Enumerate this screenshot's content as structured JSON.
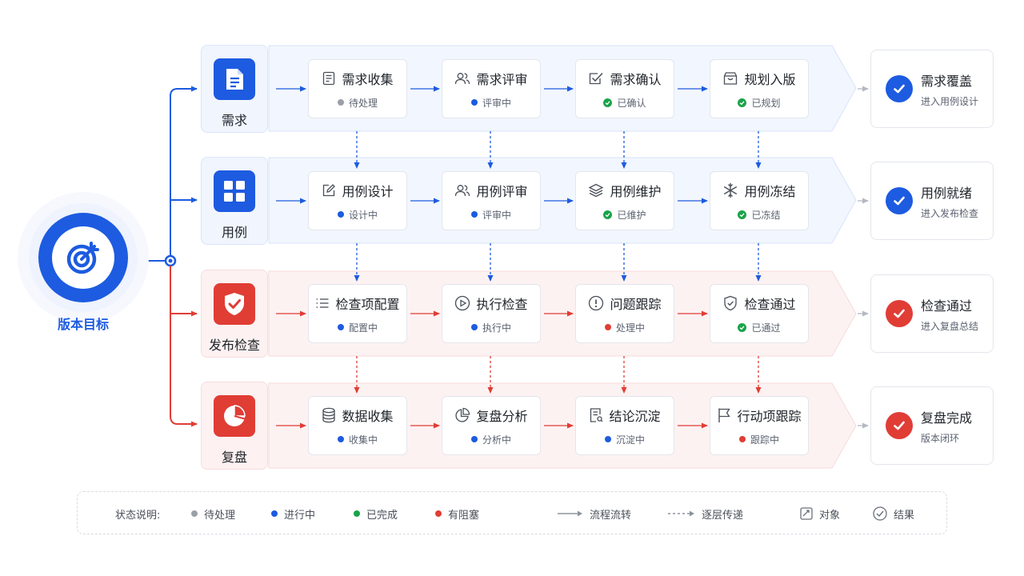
{
  "root": {
    "label": "版本目标",
    "icon": "target-icon"
  },
  "colors": {
    "blue": "#1d5be0",
    "red": "#e03d35",
    "green": "#19a34a",
    "gray": "#9aa0aa"
  },
  "lanes": [
    {
      "name": "需求",
      "icon": "document-icon",
      "color": "blue",
      "steps": [
        {
          "title": "需求收集",
          "icon": "form-icon",
          "status": "待处理",
          "state": "pending"
        },
        {
          "title": "需求评审",
          "icon": "users-icon",
          "status": "评审中",
          "state": "progress"
        },
        {
          "title": "需求确认",
          "icon": "checkbox-icon",
          "status": "已确认",
          "state": "done"
        },
        {
          "title": "规划入版",
          "icon": "box-icon",
          "status": "已规划",
          "state": "done"
        }
      ],
      "result": {
        "title": "需求覆盖",
        "sub": "进入用例设计"
      }
    },
    {
      "name": "用例",
      "icon": "grid-icon",
      "color": "blue",
      "steps": [
        {
          "title": "用例设计",
          "icon": "edit-icon",
          "status": "设计中",
          "state": "progress"
        },
        {
          "title": "用例评审",
          "icon": "users-icon",
          "status": "评审中",
          "state": "progress"
        },
        {
          "title": "用例维护",
          "icon": "layers-icon",
          "status": "已维护",
          "state": "done"
        },
        {
          "title": "用例冻结",
          "icon": "snowflake-icon",
          "status": "已冻结",
          "state": "done"
        }
      ],
      "result": {
        "title": "用例就绪",
        "sub": "进入发布检查"
      }
    },
    {
      "name": "发布检查",
      "icon": "shield-check-icon",
      "color": "red",
      "steps": [
        {
          "title": "检查项配置",
          "icon": "list-icon",
          "status": "配置中",
          "state": "progress"
        },
        {
          "title": "执行检查",
          "icon": "play-icon",
          "status": "执行中",
          "state": "progress"
        },
        {
          "title": "问题跟踪",
          "icon": "alert-icon",
          "status": "处理中",
          "state": "blocked"
        },
        {
          "title": "检查通过",
          "icon": "shield-icon",
          "status": "已通过",
          "state": "done"
        }
      ],
      "result": {
        "title": "检查通过",
        "sub": "进入复盘总结"
      }
    },
    {
      "name": "复盘",
      "icon": "pie-icon",
      "color": "red",
      "steps": [
        {
          "title": "数据收集",
          "icon": "database-icon",
          "status": "收集中",
          "state": "progress"
        },
        {
          "title": "复盘分析",
          "icon": "pie-small-icon",
          "status": "分析中",
          "state": "progress"
        },
        {
          "title": "结论沉淀",
          "icon": "note-icon",
          "status": "沉淀中",
          "state": "progress"
        },
        {
          "title": "行动项跟踪",
          "icon": "flag-icon",
          "status": "跟踪中",
          "state": "blocked"
        }
      ],
      "result": {
        "title": "复盘完成",
        "sub": "版本闭环"
      }
    }
  ],
  "legend": {
    "title": "状态说明:",
    "items": [
      {
        "label": "待处理",
        "color": "#9aa0aa"
      },
      {
        "label": "进行中",
        "color": "#1d5be0"
      },
      {
        "label": "已完成",
        "color": "#19a34a"
      },
      {
        "label": "有阻塞",
        "color": "#e03d35"
      }
    ],
    "flow": "流程流转",
    "pass": "逐层传递",
    "object": "对象",
    "result": "结果"
  }
}
